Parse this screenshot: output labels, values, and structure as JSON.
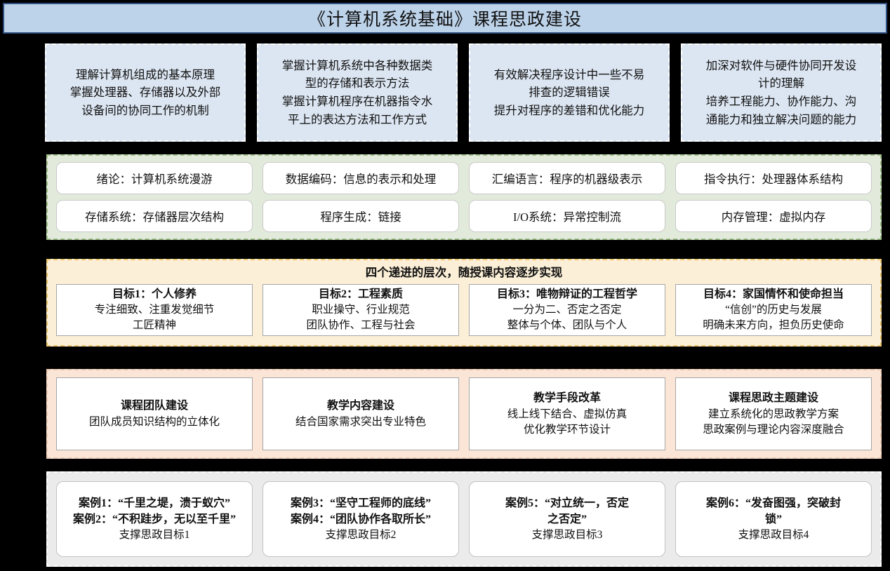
{
  "header": {
    "title": "《计算机系统基础》课程思政建设",
    "bg_color": "#bdd3ea",
    "border_color": "#2f4f7f"
  },
  "objectives": {
    "bg_color": "#dce6f2",
    "items": [
      {
        "text": "理解计算机组成的基本原理\n掌握处理器、存储器以及外部\n设备间的协同工作的机制"
      },
      {
        "text": "掌握计算机系统中各种数据类\n型的存储和表示方法\n掌握计算机程序在机器指令水\n平上的表达方法和工作方式"
      },
      {
        "text": "有效解决程序设计中一些不易\n排查的逻辑错误\n提升对程序的差错和优化能力"
      },
      {
        "text": "加深对软件与硬件协同开发设\n计的理解\n培养工程能力、协作能力、沟\n通能力和独立解决问题的能力"
      }
    ]
  },
  "modules": {
    "bg_color": "#e2ebdb",
    "border_color": "#9fbf86",
    "items": [
      {
        "label": "绪论：计算机系统漫游"
      },
      {
        "label": "数据编码：信息的表示和处理"
      },
      {
        "label": "汇编语言：程序的机器级表示"
      },
      {
        "label": "指令执行：处理器体系结构"
      },
      {
        "label": "存储系统：存储器层次结构"
      },
      {
        "label": "程序生成：链接"
      },
      {
        "label": "I/O系统：异常控制流"
      },
      {
        "label": "内存管理：虚拟内存"
      }
    ]
  },
  "goals": {
    "bg_color": "#fcefd7",
    "border_color": "#e8c46a",
    "heading": "四个递进的层次，随授课内容逐步实现",
    "items": [
      {
        "title": "目标1：个人修养",
        "body": "专注细致、注重发觉细节\n工匠精神"
      },
      {
        "title": "目标2：工程素质",
        "body": "职业操守、行业规范\n团队协作、工程与社会"
      },
      {
        "title": "目标3：唯物辩证的工程哲学",
        "body": "一分为二、否定之否定\n整体与个体、团队与个人"
      },
      {
        "title": "目标4：家国情怀和使命担当",
        "body": "“信创”的历史与发展\n明确未来方向，担负历史使命"
      }
    ]
  },
  "construction": {
    "bg_color": "#fae5d7",
    "border_color": "#f0cdb6",
    "items": [
      {
        "title": "课程团队建设",
        "body": "团队成员知识结构的立体化"
      },
      {
        "title": "教学内容建设",
        "body": "结合国家需求突出专业特色"
      },
      {
        "title": "教学手段改革",
        "body": "线上线下结合、虚拟仿真\n优化教学环节设计"
      },
      {
        "title": "课程思政主题建设",
        "body": "建立系统化的思政教学方案\n思政案例与理论内容深度融合"
      }
    ]
  },
  "cases": {
    "bg_color": "#ebebeb",
    "items": [
      {
        "title": "案例1：“千里之堤，溃于蚁穴”\n案例2：“不积跬步，无以至千里”",
        "body": "支撑思政目标1"
      },
      {
        "title": "案例3：“坚守工程师的底线”\n案例4：“团队协作各取所长”",
        "body": "支撑思政目标2"
      },
      {
        "title": "案例5：“对立统一，否定\n之否定”",
        "body": "支撑思政目标3"
      },
      {
        "title": "案例6：“发奋图强，突破封\n锁”",
        "body": "支撑思政目标4"
      }
    ]
  }
}
